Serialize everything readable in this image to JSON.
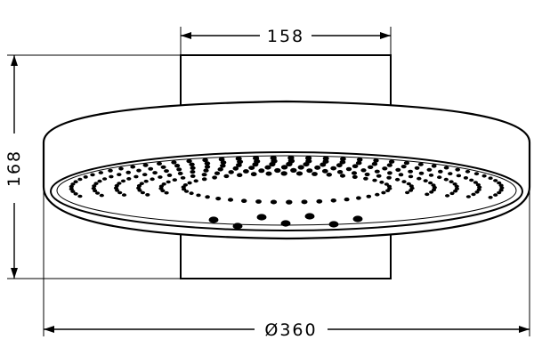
{
  "dimensions": {
    "body_width": "158",
    "height": "168",
    "diameter": "Ø360"
  }
}
